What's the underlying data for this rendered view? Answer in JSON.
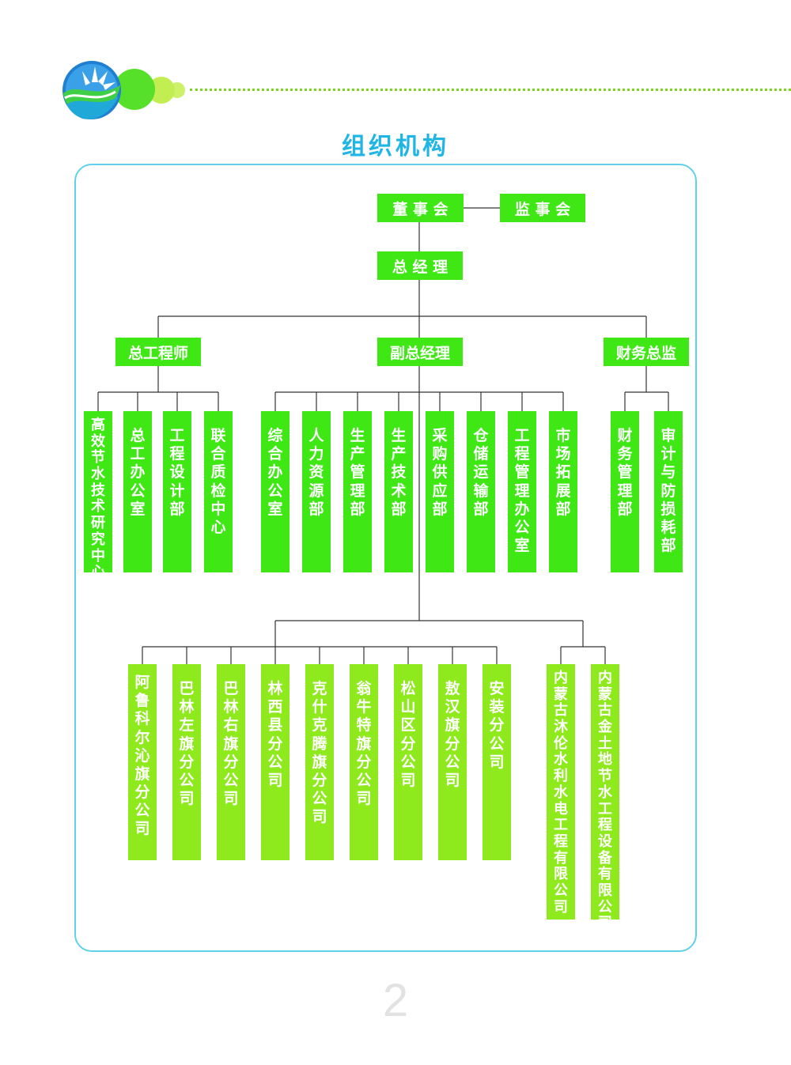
{
  "header": {
    "title": "组织机构"
  },
  "top": {
    "board": "董 事 会",
    "supervisors": "监 事 会",
    "gm": "总 经 理"
  },
  "level2": {
    "chief_engineer": "总工程师",
    "deputy_gm": "副总经理",
    "finance_director": "财务总监"
  },
  "chief_engineer_depts": [
    "高效节水技术研究中心",
    "总工办公室",
    "工程设计部",
    "联合质检中心"
  ],
  "deputy_depts": [
    "综合办公室",
    "人力资源部",
    "生产管理部",
    "生产技术部",
    "采购供应部",
    "仓储运输部",
    "工程管理办公室",
    "市场拓展部"
  ],
  "finance_depts": [
    "财务管理部",
    "审计与防损耗部"
  ],
  "branches": [
    "阿鲁科尔沁旗分公司",
    "巴林左旗分公司",
    "巴林右旗分公司",
    "林西县分公司",
    "克什克腾旗分公司",
    "翁牛特旗分公司",
    "松山区分公司",
    "敖汉旗分公司",
    "安装分公司"
  ],
  "subsidiaries": [
    "内蒙古沐伦水利水电工程有限公司",
    "内蒙古金土地节水工程设备有限公司"
  ],
  "page_number": "2",
  "colors": {
    "box_green": "#3fe814",
    "box_lightgreen": "#8eea1c",
    "title_blue": "#1fb6e6",
    "frame_border": "#5fd1e8",
    "dots": "#7ad321"
  },
  "icons": {
    "logo": "company-logo-icon"
  }
}
